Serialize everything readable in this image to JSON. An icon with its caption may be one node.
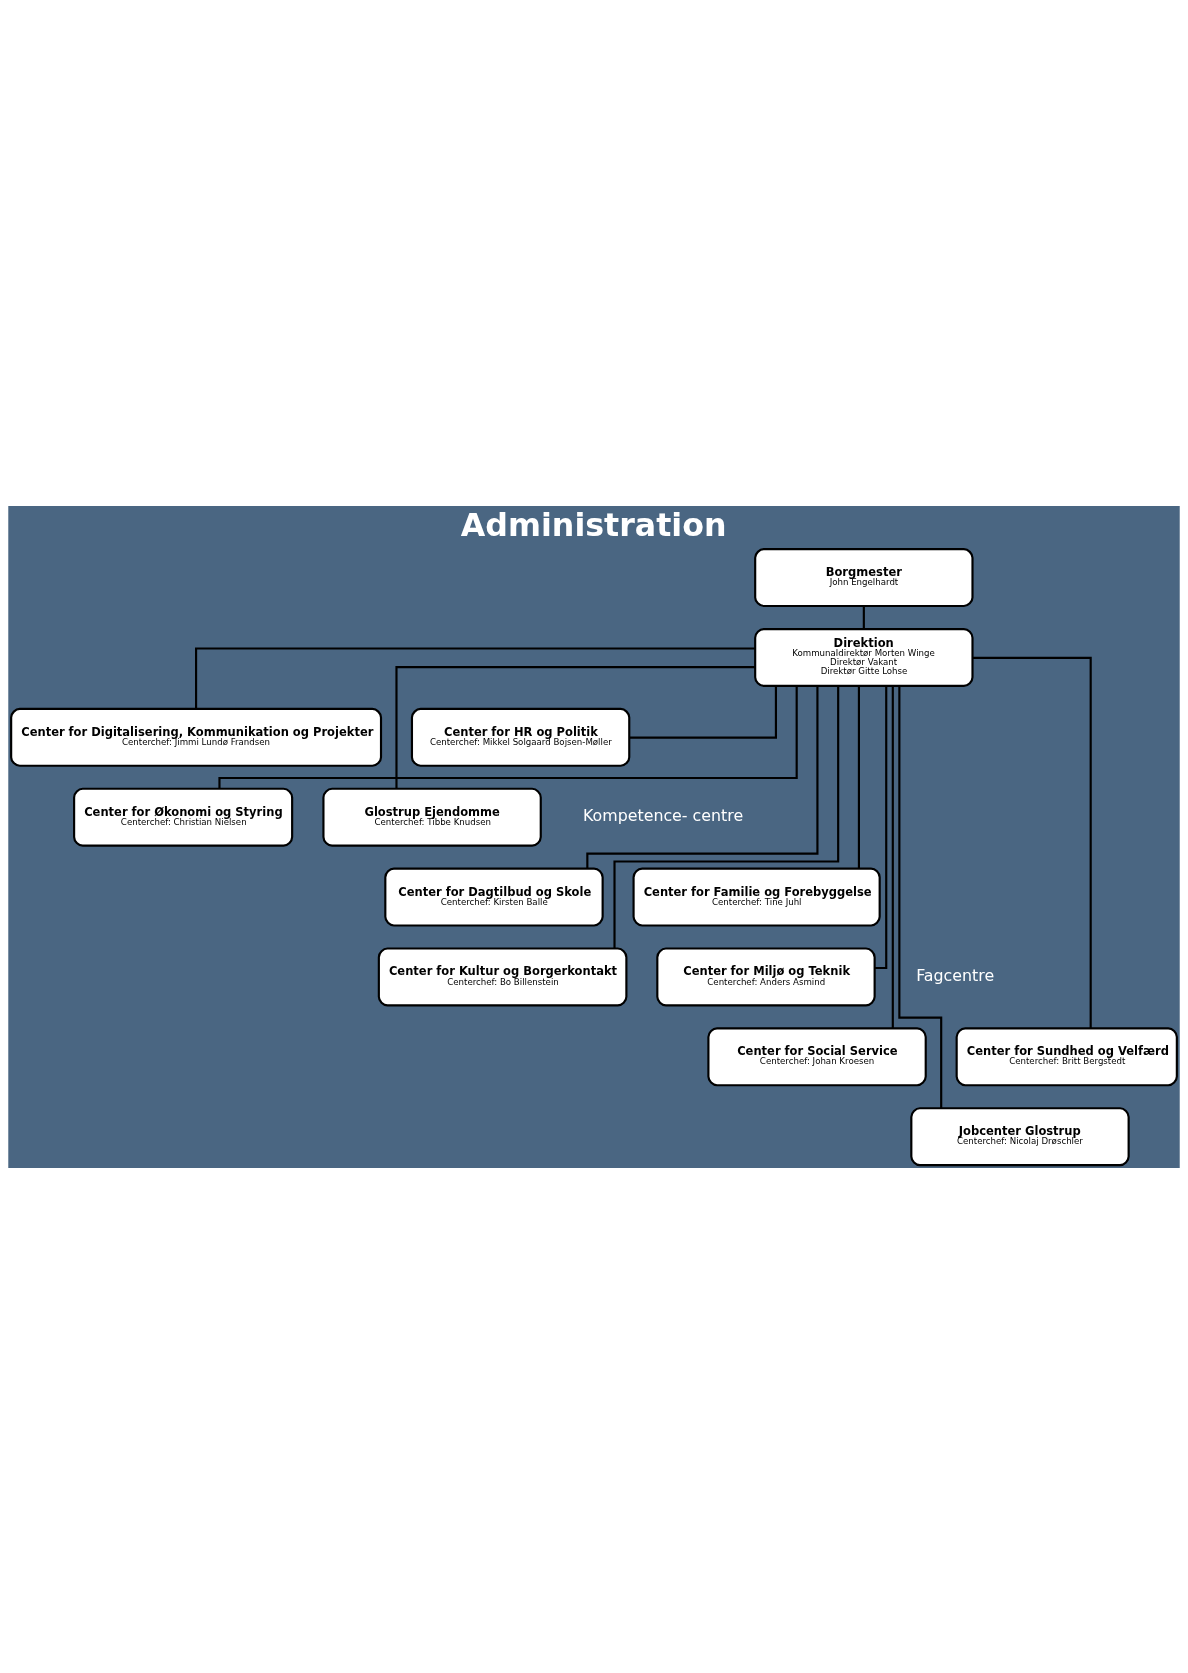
{
  "diagram": {
    "title": "Administration",
    "nodes": [
      {
        "text": [
          "Borgmester",
          "John Engelhardt"
        ]
      },
      {
        "text": [
          "Direktion",
          "Kommunaldirektør Morten Winge",
          "Direktør Vakant",
          "Direktør Gitte Lohse"
        ]
      },
      {
        "text": [
          "Center for Digitalisering, Kommunikation og Projekter",
          "Centerchef: Jimmi Lundø Frandsen"
        ]
      },
      {
        "text": [
          "Center for HR og Politik",
          "Centerchef: Mikkel Solgaard Bojsen-Møller"
        ]
      },
      {
        "text": [
          "Center for Økonomi og Styring",
          "Centerchef: Christian Nielsen"
        ]
      },
      {
        "text": [
          "Glostrup Ejendomme",
          "Centerchef: Tibbe Knudsen"
        ]
      },
      {
        "text": [
          "Center for Dagtilbud og Skole",
          "Centerchef: Kirsten Balle"
        ]
      },
      {
        "text": [
          "Center for Familie og Forebyggelse",
          "Centerchef: Tine Juhl"
        ]
      },
      {
        "text": [
          "Center for Kultur og Borgerkontakt",
          "Centerchef: Bo Billenstein"
        ]
      },
      {
        "text": [
          "Center for Miljø og Teknik",
          "Centerchef: Anders Asmind"
        ]
      },
      {
        "text": [
          "Center for Social Service",
          "Centerchef: Johan Kroesen"
        ]
      },
      {
        "text": [
          "Center for Sundhed og Velfærd",
          "Centerchef: Britt Bergstedt"
        ]
      },
      {
        "text": [
          "Jobcenter Glostrup",
          "Centerchef: Nicolaj Drøschler"
        ]
      }
    ],
    "edges": [
      {
        "from": 0,
        "to": 1,
        "arrow": "none"
      },
      {
        "from": 1,
        "to": 2,
        "arrow": "none"
      },
      {
        "from": 1,
        "to": 3,
        "arrow": "none"
      },
      {
        "from": 1,
        "to": 4,
        "arrow": "none"
      },
      {
        "from": 1,
        "to": 5,
        "arrow": "none"
      },
      {
        "from": 1,
        "to": 6,
        "arrow": "none"
      },
      {
        "from": 1,
        "to": 7,
        "arrow": "none"
      },
      {
        "from": 1,
        "to": 8,
        "arrow": "none"
      },
      {
        "from": 1,
        "to": 9,
        "arrow": "none"
      },
      {
        "from": 1,
        "to": 10,
        "arrow": "none"
      },
      {
        "from": 1,
        "to": 11,
        "arrow": "none"
      },
      {
        "from": 1,
        "to": 12,
        "arrow": "none"
      }
    ],
    "labels": [
      "Kompetence- centre",
      "Fagcentre"
    ]
  }
}
